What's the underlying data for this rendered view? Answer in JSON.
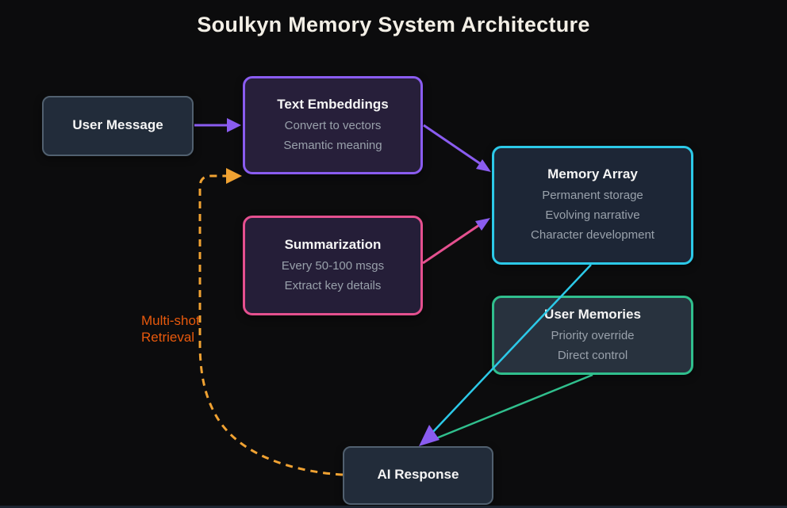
{
  "title": "Soulkyn Memory System Architecture",
  "colors": {
    "background": "#0c0c0d",
    "title-color": "#f3efe6",
    "purple": "#8a5cf0",
    "cyan": "#2cc9e8",
    "pink": "#e5508f",
    "green": "#30bf8d",
    "amber": "#f0a232",
    "label-orange": "#e8590c",
    "node-gray-border": "#51606f",
    "node-gray-bg": "#222c3a",
    "embed-bg": "#271f3a",
    "memory-bg": "#1d2636",
    "summary-bg": "#251e38",
    "memories-bg": "#28323e",
    "node-title": "#f5f5f5",
    "node-subtext": "#99a1ab",
    "bottom-strip": "#1c2531"
  },
  "nodes": {
    "user_message": {
      "title": "User Message"
    },
    "text_embeddings": {
      "title": "Text Embeddings",
      "lines": [
        "Convert to vectors",
        "Semantic meaning"
      ]
    },
    "memory_array": {
      "title": "Memory Array",
      "lines": [
        "Permanent storage",
        "Evolving narrative",
        "Character development"
      ]
    },
    "summarization": {
      "title": "Summarization",
      "lines": [
        "Every 50-100 msgs",
        "Extract key details"
      ]
    },
    "user_memories": {
      "title": "User Memories",
      "lines": [
        "Priority override",
        "Direct control"
      ]
    },
    "ai_response": {
      "title": "AI Response"
    }
  },
  "labels": {
    "multi_shot": {
      "line1": "Multi-shot",
      "line2": "Retrieval"
    }
  },
  "edges": [
    {
      "from": "User Message",
      "to": "Text Embeddings",
      "style": "solid",
      "color": "purple"
    },
    {
      "from": "Text Embeddings",
      "to": "Memory Array",
      "style": "solid",
      "color": "purple"
    },
    {
      "from": "Summarization",
      "to": "Memory Array",
      "style": "solid",
      "color": "pink"
    },
    {
      "from": "Memory Array",
      "to": "AI Response",
      "style": "solid",
      "color": "cyan"
    },
    {
      "from": "User Memories",
      "to": "AI Response",
      "style": "solid",
      "color": "green"
    },
    {
      "from": "AI Response",
      "to": "Text Embeddings",
      "style": "dashed",
      "color": "amber",
      "label": "Multi-shot Retrieval"
    }
  ]
}
